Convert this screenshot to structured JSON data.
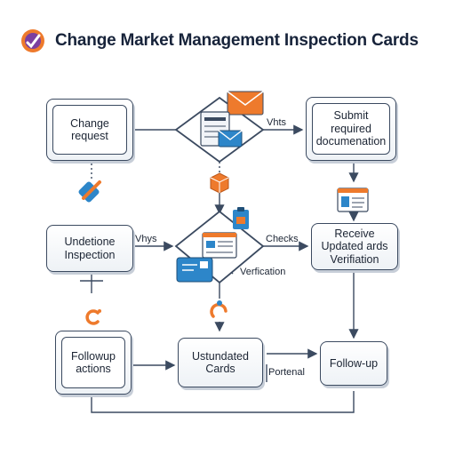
{
  "title": "Change Market Management Inspection Cards",
  "nodes": {
    "change_request": "Change request",
    "submit_docs": "Submit required documenation",
    "undetione_inspection": "Undetione Inspection",
    "receive_updated": "Receive Updated ards Verifiation",
    "followup_actions": "Followup actions",
    "ustundated_cards": "Ustundated Cards",
    "follow_up": "Follow-up"
  },
  "edge_labels": {
    "vhts": "Vhts",
    "vhys": "Vhys",
    "checks": "Checks",
    "verfication": "Verfication",
    "portenal": "Portenal"
  },
  "colors": {
    "accent_orange": "#ee7a2c",
    "accent_blue": "#2d86c9",
    "line": "#3b4a60"
  },
  "icons": [
    "logo-icon",
    "envelope-icon",
    "document-icon",
    "cube-icon",
    "hammer-icon",
    "form-icon",
    "clipboard-icon",
    "card-icon",
    "pointer-icon",
    "hook-icon"
  ]
}
